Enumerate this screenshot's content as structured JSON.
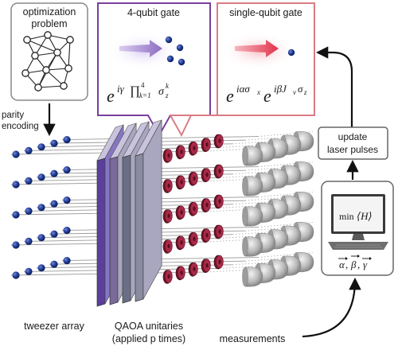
{
  "boxes": {
    "optimization": {
      "line1": "optimization",
      "line2": "problem"
    },
    "four_qubit": {
      "title": "4-qubit gate",
      "formula": "e^{iγ ∏_{k=1}^{4} σ_z^k}"
    },
    "single_qubit": {
      "title": "single-qubit gate",
      "formula": "e^{iασ_x} e^{iβJ_ν σ_z}"
    },
    "update": {
      "line1": "update",
      "line2": "laser pulses"
    },
    "computer": {
      "screen": "min⟨H⟩",
      "params": "α⃗, β⃗, γ⃗"
    }
  },
  "labels": {
    "parity": "parity",
    "encoding": "encoding",
    "tweezer": "tweezer array",
    "qaoa_line1": "QAOA unitaries",
    "qaoa_line2": "(applied p times)",
    "measurements": "measurements"
  },
  "formula_parts": {
    "four": {
      "base": "e",
      "exp": "iγ",
      "prod": "∏",
      "sup": "4",
      "sub": "k=1",
      "sigma": "σ",
      "sigma_sup": "k",
      "sigma_sub": "z"
    },
    "single": {
      "e1": "e",
      "exp1": "iασ",
      "exp1_sub": "x",
      "e2": "e",
      "exp2": "iβJ",
      "exp2_sub1": "ν",
      "exp2_mid": "σ",
      "exp2_sub2": "z"
    },
    "screen": {
      "min": "min",
      "bracket": "⟨H⟩"
    },
    "params": {
      "a": "α",
      "b": "β",
      "g": "γ",
      "sep": ","
    }
  },
  "colors": {
    "atom": "#1f3a93",
    "purple": "#7b3f9e",
    "pink": "#d97b85",
    "slab": "#6a55b0",
    "ring": "#8b1f3a",
    "detector": "#b8b8b8",
    "arrow_purple": "#9b7fc9",
    "arrow_red": "#e2334a"
  }
}
